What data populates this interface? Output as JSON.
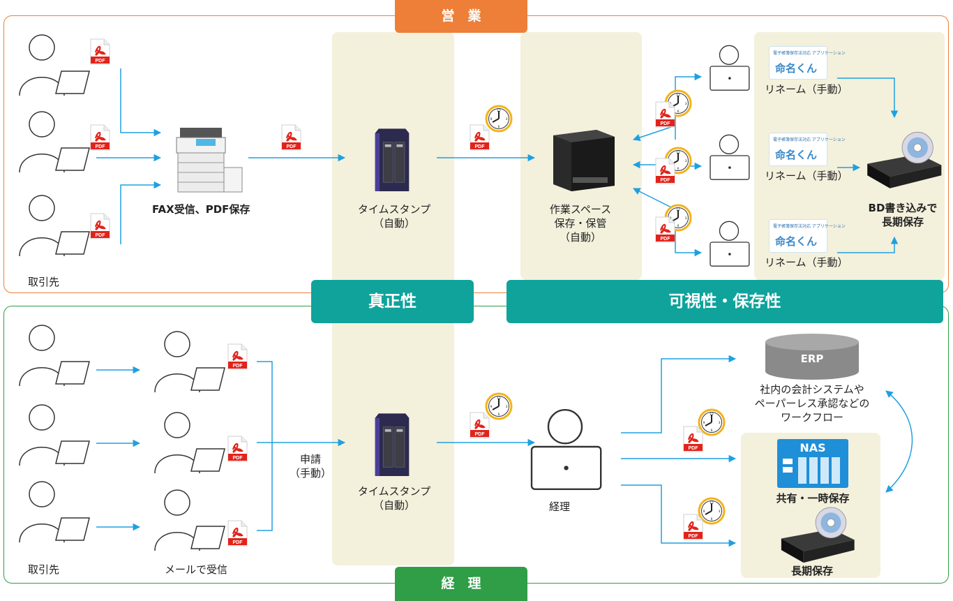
{
  "header_top": "営　業",
  "header_bottom": "経　理",
  "band_left": "真正性",
  "band_right": "可視性・保存性",
  "top": {
    "clients_label": "取引先",
    "fax_label": "FAX受信、PDF保存",
    "timestamp_label": "タイムスタンプ\n（自動）",
    "workspace_label": "作業スペース\n保存・保管\n（自動）",
    "rename_labels": [
      "リネーム（手動）",
      "リネーム（手動）",
      "リネーム（手動）"
    ],
    "app_card_small": "電子帳簿保存法対応\nアプリケーション",
    "app_card_name": "命名くん",
    "bd_label": "BD書き込みで\n長期保存"
  },
  "bottom": {
    "clients_label": "取引先",
    "mail_label": "メールで受信",
    "apply_label": "申請\n（手動）",
    "timestamp_label": "タイムスタンプ\n（自動）",
    "accounting_label": "経理",
    "erp_label": "ERP",
    "erp_desc": "社内の会計システムや\nペーパーレス承認などの\nワークフロー",
    "nas_label": "NAS",
    "nas_desc": "共有・一時保存",
    "archive_label": "長期保存"
  },
  "icons": {
    "pdf_text": "PDF"
  },
  "colors": {
    "orange": "#ed7f38",
    "green": "#2f9e46",
    "teal": "#0fa39c",
    "beige": "#f3f0dc",
    "arrow": "#1ea0e0"
  }
}
